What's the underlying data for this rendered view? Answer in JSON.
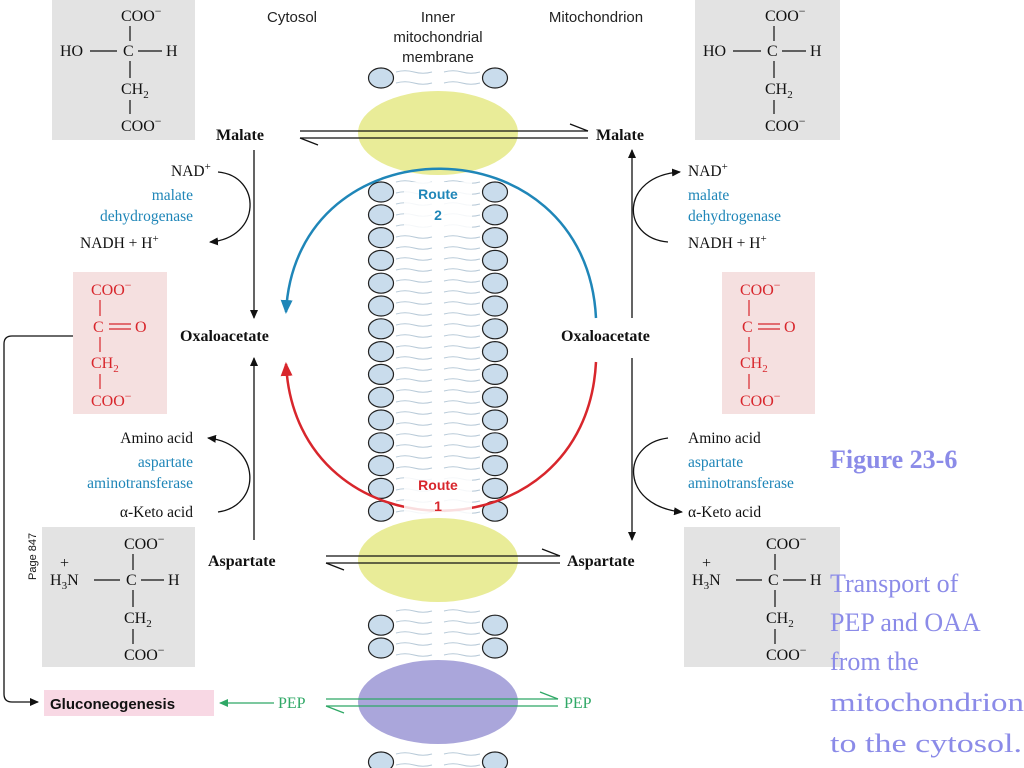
{
  "labels": {
    "cytosol": "Cytosol",
    "inner_membrane": [
      "Inner",
      "mitochondrial",
      "membrane"
    ],
    "mitochondrion": "Mitochondrion",
    "malate": "Malate",
    "oxaloacetate": "Oxaloacetate",
    "aspartate": "Aspartate",
    "gluconeogenesis": "Gluconeogenesis",
    "pep": "PEP",
    "page": "Page 847"
  },
  "cofactors": {
    "nad": "NAD",
    "nadh": "NADH + H",
    "amino_acid": "Amino acid",
    "keto_acid": "α-Keto acid"
  },
  "enzymes": {
    "malate_dh": [
      "malate",
      "dehydrogenase"
    ],
    "asp_at": [
      "aspartate",
      "aminotransferase"
    ]
  },
  "routes": {
    "route1": [
      "Route",
      "1"
    ],
    "route2": [
      "Route",
      "2"
    ]
  },
  "structures": {
    "coo": "COO",
    "ho": "HO",
    "c": "C",
    "h": "H",
    "ch2": "CH",
    "o": "O",
    "h3n": "H",
    "n": "N",
    "sub2": "2",
    "sub3": "3",
    "sup_minus": "−",
    "sup_plus": "+"
  },
  "caption": {
    "figure": "Figure 23-6",
    "text": [
      "Transport of",
      "PEP and OAA",
      "from the",
      "mitochondrion",
      "to the cytosol."
    ]
  },
  "colors": {
    "route1": "#d8262c",
    "route2": "#1f86b8",
    "enzyme": "#1f86b8",
    "pep_arrow": "#2fa866",
    "caption": "#8b8be8",
    "box_gray": "#e3e3e3",
    "box_pink": "#f5e0e0",
    "membrane_head": "#c9dcec",
    "transporter_yellow": "#e9ec98",
    "transporter_purple": "#aaa6db"
  }
}
